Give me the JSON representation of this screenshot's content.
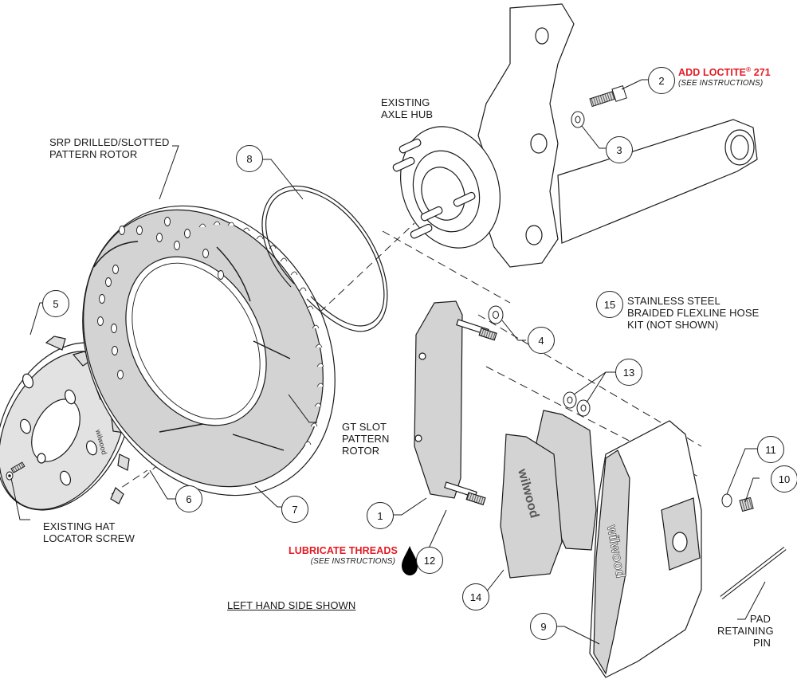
{
  "diagram": {
    "type": "exploded-assembly",
    "subject": "Front brake kit",
    "orientation_note": "LEFT HAND SIDE SHOWN",
    "brand_marks": [
      "wilwood"
    ],
    "accent_colors": {
      "annotation_red": "#e31b23",
      "part_fill": "#d3d3d3",
      "line": "#1a1a1a"
    }
  },
  "labels": {
    "existing_axle_hub": [
      "EXISTING",
      "AXLE HUB"
    ],
    "rotor_srp": [
      "SRP DRILLED/SLOTTED",
      "PATTERN ROTOR"
    ],
    "rotor_gt": [
      "GT SLOT",
      "PATTERN",
      "ROTOR"
    ],
    "hat_screw": [
      "EXISTING HAT",
      "LOCATOR SCREW"
    ],
    "flexline": [
      "STAINLESS STEEL",
      "BRAIDED FLEXLINE HOSE",
      "KIT (NOT SHOWN)"
    ],
    "pad_pin": [
      "PAD",
      "RETAINING",
      "PIN"
    ],
    "left_hand": "LEFT HAND SIDE SHOWN"
  },
  "notes": {
    "loctite": {
      "text": "ADD LOCTITE",
      "reg": "®",
      "number": " 271",
      "sub": "(SEE INSTRUCTIONS)"
    },
    "lubricate": {
      "text": "LUBRICATE THREADS",
      "sub": "(SEE INSTRUCTIONS)"
    }
  },
  "callouts": [
    {
      "id": "1",
      "part": "bracket"
    },
    {
      "id": "2",
      "part": "bolt"
    },
    {
      "id": "3",
      "part": "washer"
    },
    {
      "id": "4",
      "part": "washer"
    },
    {
      "id": "5",
      "part": "rotor hat"
    },
    {
      "id": "6",
      "part": "hat bolt"
    },
    {
      "id": "7",
      "part": "rotor"
    },
    {
      "id": "8",
      "part": "retaining ring"
    },
    {
      "id": "9",
      "part": "caliper"
    },
    {
      "id": "10",
      "part": "nut"
    },
    {
      "id": "11",
      "part": "washer"
    },
    {
      "id": "12",
      "part": "bracket stud"
    },
    {
      "id": "13",
      "part": "shims"
    },
    {
      "id": "14",
      "part": "brake pads"
    },
    {
      "id": "15",
      "part": "flexline hose kit"
    }
  ],
  "logo_text": "wilwood"
}
